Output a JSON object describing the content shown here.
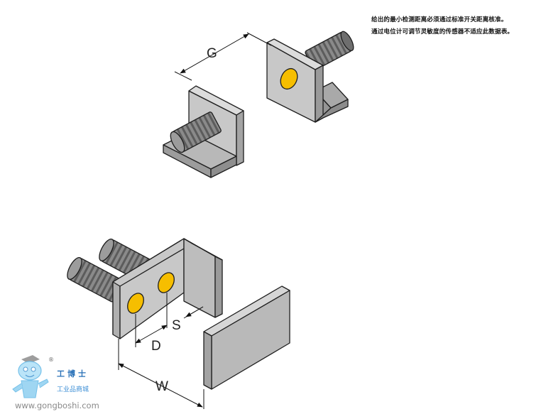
{
  "notes": {
    "line1": "给出的最小检测距离必须通过标准开关距离核准。",
    "line2": "通过电位计可调节灵敏度的传感器不适应此数据表。"
  },
  "dimensions": {
    "g": "G",
    "s": "S",
    "d": "D",
    "w": "W"
  },
  "watermark": {
    "name": "工博士",
    "subtitle": "工业品商城",
    "url": "www.gongboshi.com",
    "reg_mark": "®"
  },
  "colors": {
    "bracket_front": "#c8c8c8",
    "bracket_side": "#a9a9a9",
    "sensor_face": "#f6be00",
    "thread": "#7d7d7d",
    "target_plate": "#b9b9b9"
  }
}
